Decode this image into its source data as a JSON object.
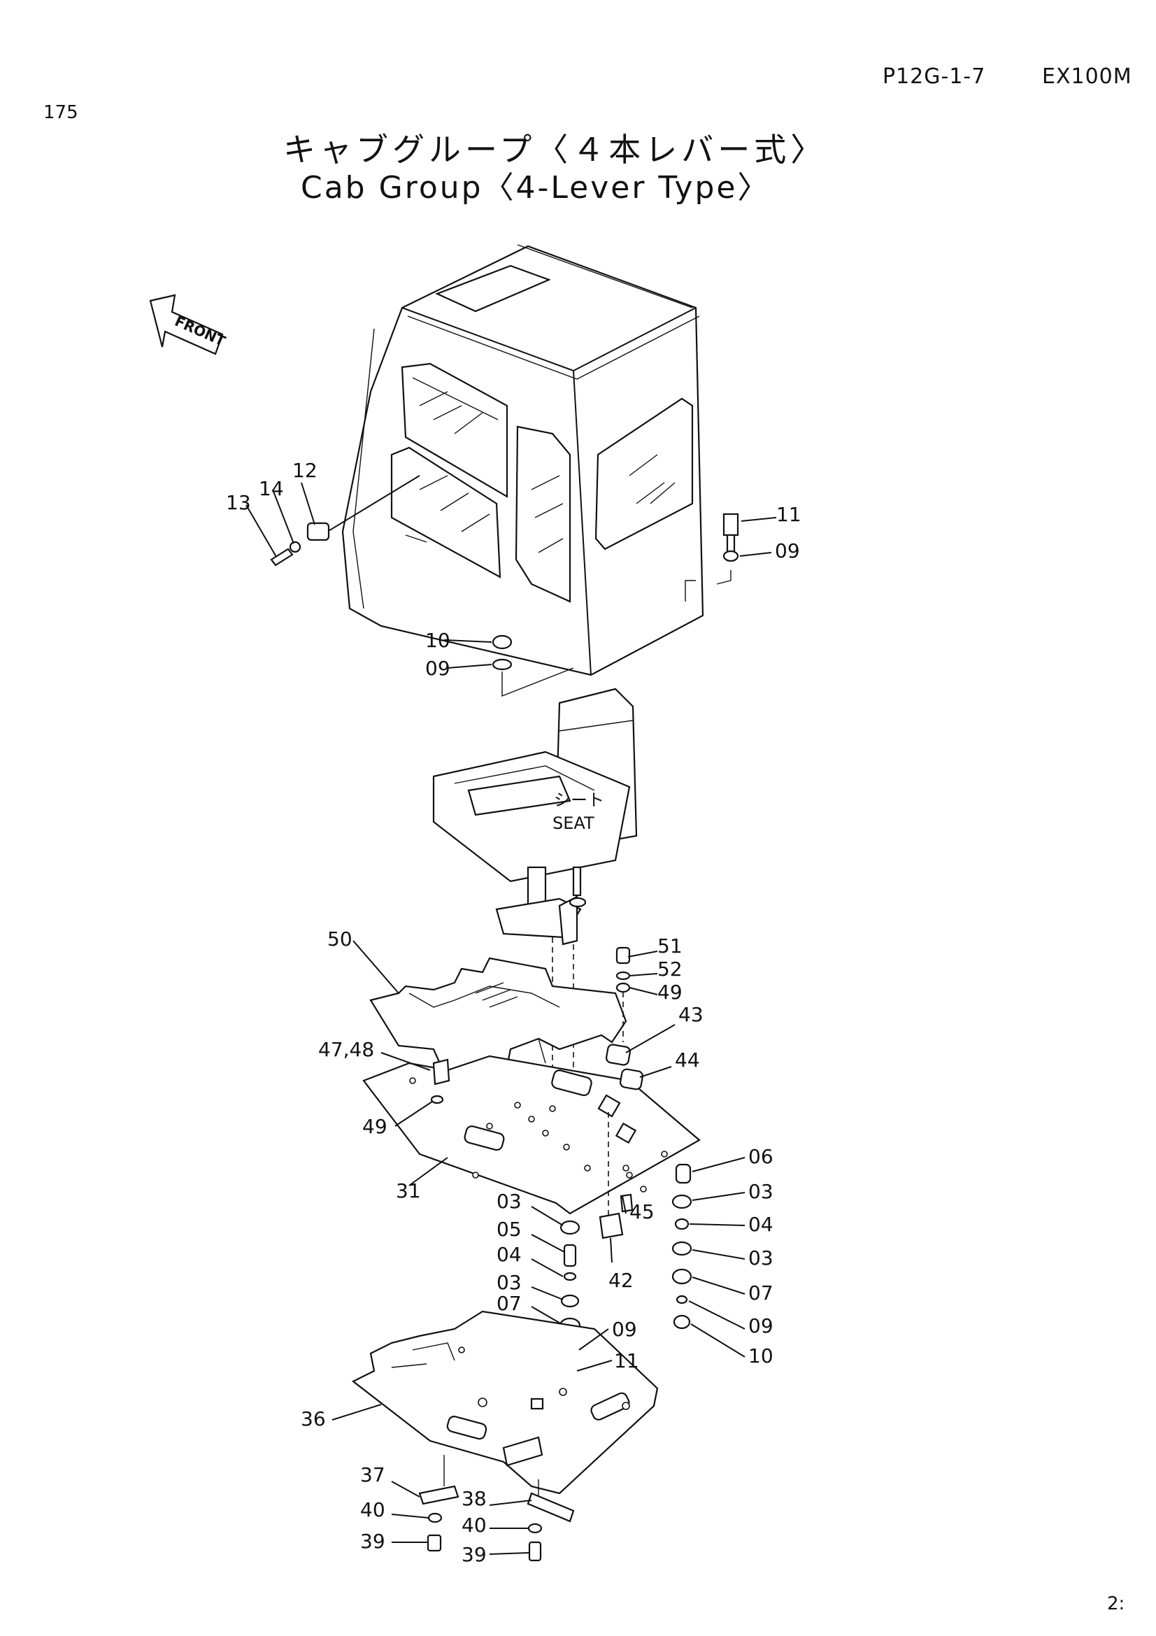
{
  "header": {
    "page_code": "P12G-1-7",
    "model": "EX100M",
    "page_number": "175",
    "corner_number": "2:"
  },
  "title": {
    "jp": "キャブグループ〈４本レバー式〉",
    "en": "Cab Group〈4-Lever Type〉"
  },
  "diagram": {
    "front_label": "FRONT",
    "seat_label_jp": "シート",
    "seat_label_en": "SEAT",
    "callouts": {
      "c03a": "03",
      "c03b": "03",
      "c03c": "03",
      "c03d": "03",
      "c04a": "04",
      "c04b": "04",
      "c05": "05",
      "c06": "06",
      "c07a": "07",
      "c07b": "07",
      "c09a": "09",
      "c09b": "09",
      "c09c": "09",
      "c09d": "09",
      "c10a": "10",
      "c10b": "10",
      "c11a": "11",
      "c11b": "11",
      "c12": "12",
      "c13": "13",
      "c14": "14",
      "c31": "31",
      "c36": "36",
      "c37": "37",
      "c38": "38",
      "c39a": "39",
      "c39b": "39",
      "c40a": "40",
      "c40b": "40",
      "c42": "42",
      "c43": "43",
      "c44": "44",
      "c45": "45",
      "c4748": "47,48",
      "c49a": "49",
      "c49b": "49",
      "c50": "50",
      "c51": "51",
      "c52": "52"
    }
  }
}
